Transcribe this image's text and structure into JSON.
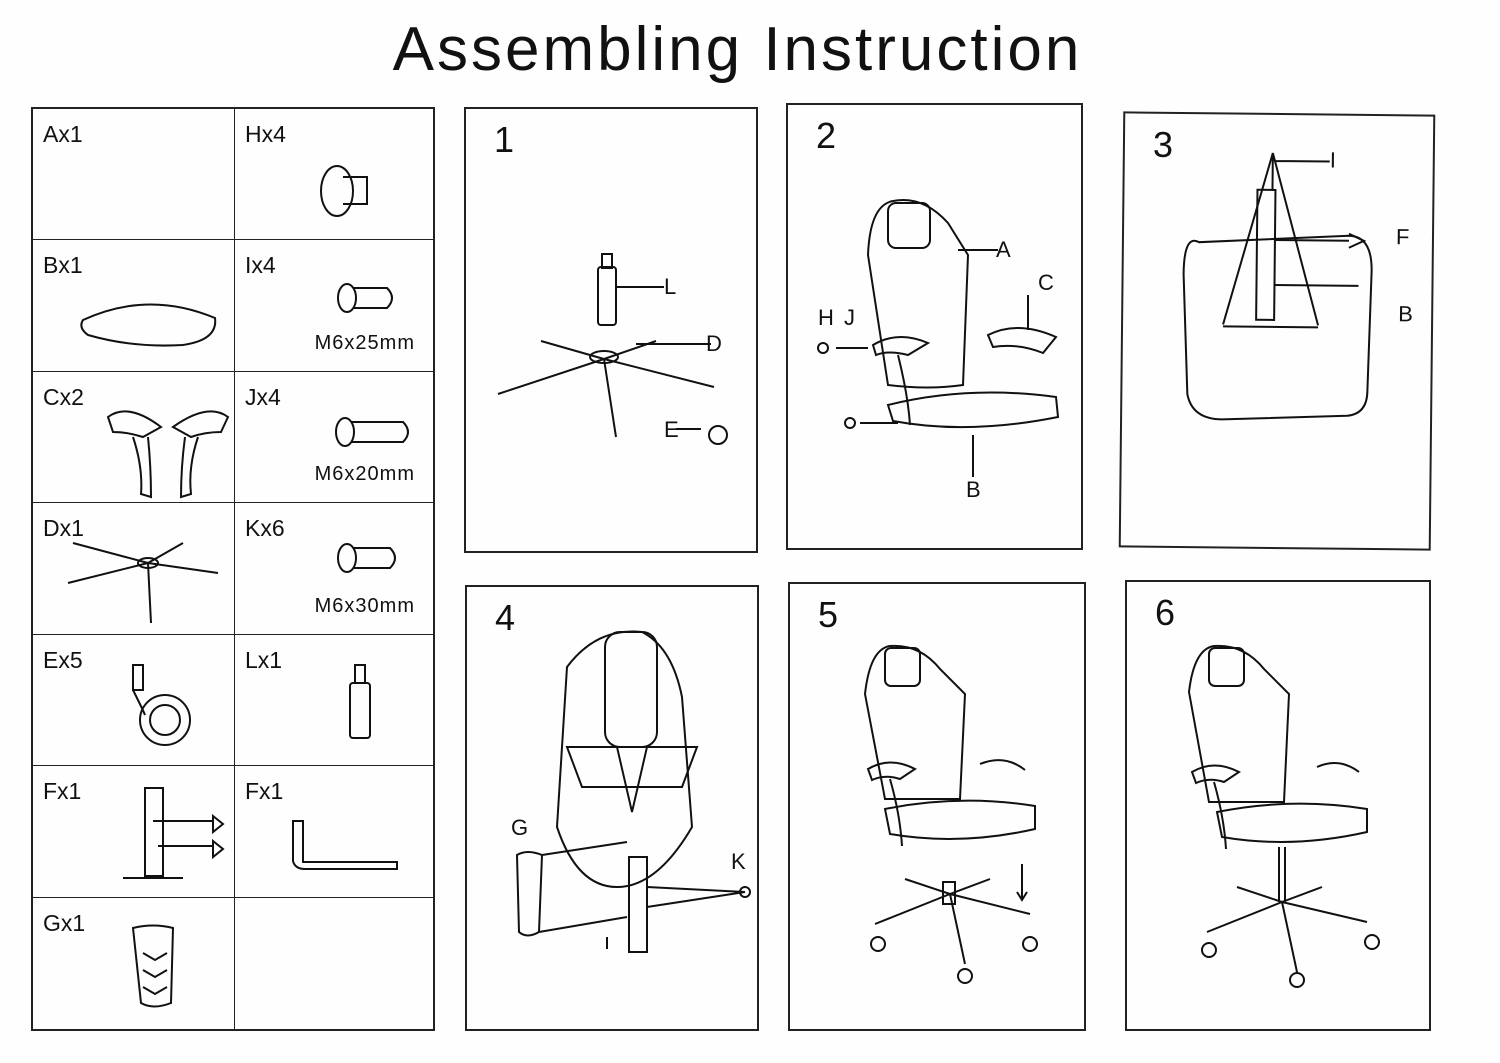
{
  "title": "Assembling Instruction",
  "parts": [
    {
      "label": "Ax1",
      "spec": ""
    },
    {
      "label": "Hx4",
      "spec": ""
    },
    {
      "label": "Bx1",
      "spec": ""
    },
    {
      "label": "Ix4",
      "spec": "M6x25mm"
    },
    {
      "label": "Cx2",
      "spec": ""
    },
    {
      "label": "Jx4",
      "spec": "M6x20mm"
    },
    {
      "label": "Dx1",
      "spec": ""
    },
    {
      "label": "Kx6",
      "spec": "M6x30mm"
    },
    {
      "label": "Ex5",
      "spec": ""
    },
    {
      "label": "Lx1",
      "spec": ""
    },
    {
      "label": "Fx1",
      "spec": ""
    },
    {
      "label": "Fx1",
      "spec": ""
    },
    {
      "label": "Gx1",
      "spec": ""
    },
    {
      "label": "",
      "spec": ""
    }
  ],
  "steps": [
    {
      "number": "1",
      "tags": [
        "L",
        "D",
        "E"
      ]
    },
    {
      "number": "2",
      "tags": [
        "A",
        "C",
        "H",
        "J",
        "B"
      ]
    },
    {
      "number": "3",
      "tags": [
        "I",
        "F",
        "B"
      ]
    },
    {
      "number": "4",
      "tags": [
        "G",
        "K"
      ]
    },
    {
      "number": "5",
      "tags": []
    },
    {
      "number": "6",
      "tags": []
    }
  ]
}
